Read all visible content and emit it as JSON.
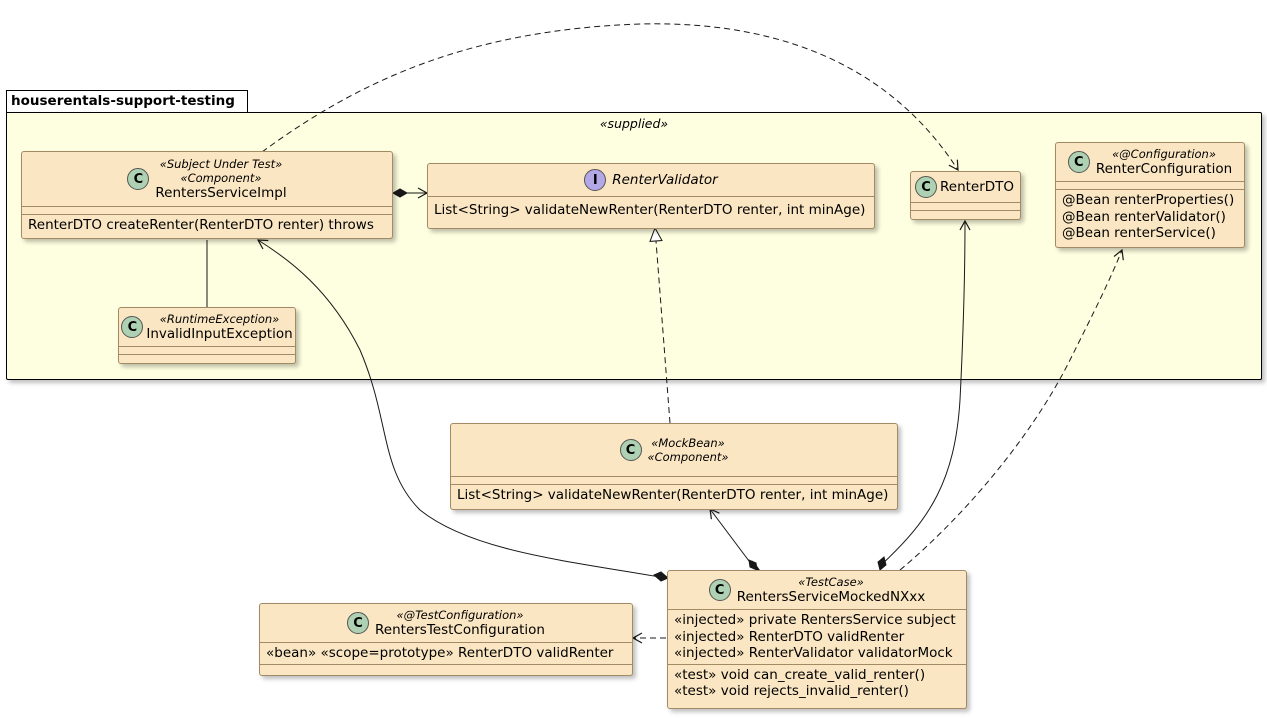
{
  "package": {
    "name": "houserentals-support-testing",
    "stereotype": "«supplied»"
  },
  "classes": {
    "rentersServiceImpl": {
      "badge": "C",
      "stereotypes": [
        "«Subject Under Test»",
        "«Component»"
      ],
      "name": "RentersServiceImpl",
      "methods": [
        "RenterDTO createRenter(RenterDTO renter) throws"
      ]
    },
    "renterValidator": {
      "badge": "I",
      "name": "RenterValidator",
      "methods": [
        "List<String> validateNewRenter(RenterDTO renter, int minAge)"
      ]
    },
    "renterDTO": {
      "badge": "C",
      "name": "RenterDTO"
    },
    "renterConfiguration": {
      "badge": "C",
      "stereotypes": [
        "«@Configuration»"
      ],
      "name": "RenterConfiguration",
      "methods": [
        "@Bean renterProperties()",
        "@Bean renterValidator()",
        "@Bean renterService()"
      ]
    },
    "invalidInputException": {
      "badge": "C",
      "stereotypes": [
        "«RuntimeException»"
      ],
      "name": "InvalidInputException"
    },
    "mockBean": {
      "badge": "C",
      "stereotypes": [
        "«MockBean»",
        "«Component»"
      ],
      "methods": [
        "List<String> validateNewRenter(RenterDTO renter, int minAge)"
      ]
    },
    "rentersTestConfiguration": {
      "badge": "C",
      "stereotypes": [
        "«@TestConfiguration»"
      ],
      "name": "RentersTestConfiguration",
      "fields": [
        "«bean» «scope=prototype» RenterDTO validRenter"
      ]
    },
    "rentersServiceMockedNXxx": {
      "badge": "C",
      "stereotypes": [
        "«TestCase»"
      ],
      "name": "RentersServiceMockedNXxx",
      "fields": [
        "«injected» private RentersService subject",
        "«injected» RenterDTO validRenter",
        "«injected» RenterValidator validatorMock"
      ],
      "methods": [
        "«test» void can_create_valid_renter()",
        "«test» void rejects_invalid_renter()"
      ]
    }
  },
  "colors": {
    "package_fill": "#FEFEE0",
    "class_fill": "#FAE6C2",
    "class_border": "#A18A64",
    "class_badge": "#ADD1B2",
    "interface_badge": "#B4A7E5"
  }
}
